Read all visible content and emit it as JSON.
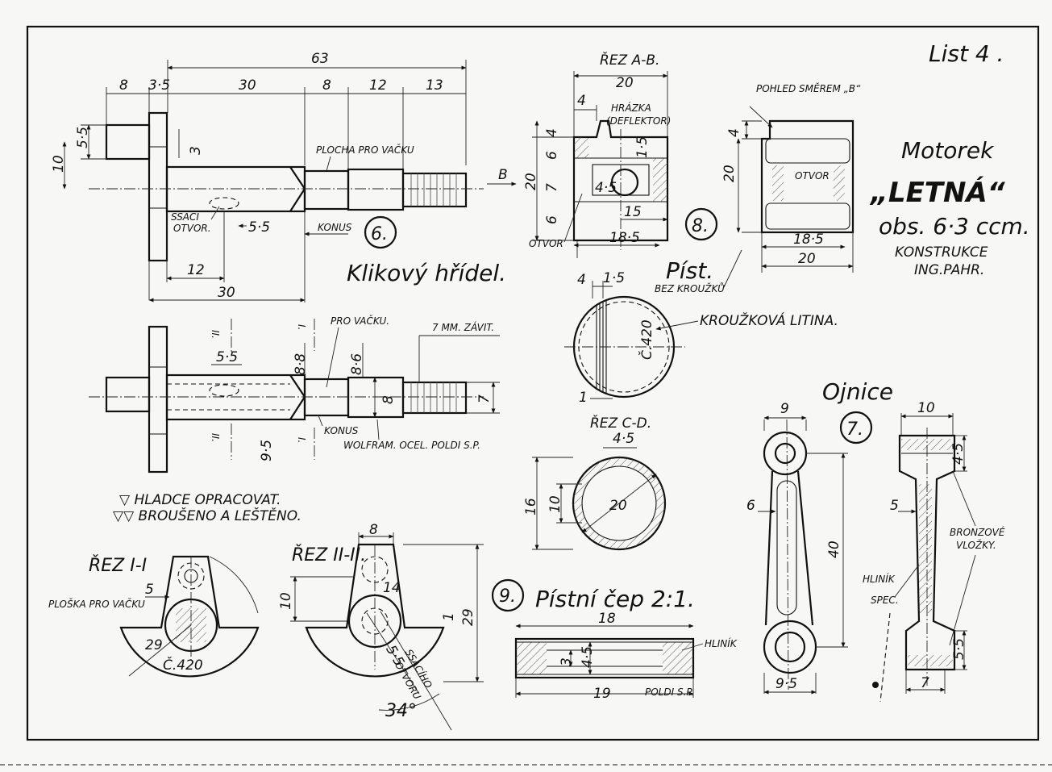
{
  "sheet": {
    "list": "List 4 .",
    "title_line1": "Motorek",
    "title_line2": "„LETNÁ“",
    "title_line3": "obs. 6·3 ccm.",
    "credit_line1": "KONSTRUKCE",
    "credit_line2": "ING.PAHR."
  },
  "crankshaft": {
    "title": "Klikový hřídel.",
    "part_no": "6.",
    "dims_top": [
      "63",
      "8",
      "3·5",
      "30",
      "8",
      "12",
      "13"
    ],
    "dims_side": [
      "5·5",
      "10",
      "3"
    ],
    "dims_bottom": [
      "12",
      "30"
    ],
    "labels": {
      "plocha": "PLOCHA PRO VAČKU",
      "ssaci1": "SSACÍ",
      "ssaci2": "OTVOR.",
      "hole": "5·5",
      "konus": "KONUS"
    },
    "lower": {
      "pro_vacku": "PRO VAČKU.",
      "zavit": "7 MM. ZÁVIT.",
      "d55": "5·5",
      "d88": "8·8",
      "d86": "8·6",
      "d8": "8",
      "d7": "7",
      "d95": "9·5",
      "konus": "KONUS",
      "material": "WOLFRAM. OCEL. POLDI S.P.",
      "sec_ii_a": "II.",
      "sec_ii_b": "II.",
      "sec_i_a": "I.",
      "sec_i_b": "I."
    }
  },
  "legend": {
    "line1": "▽ HLADCE OPRACOVAT.",
    "line2": "▽▽ BROUŠENO A LEŠTĚNO."
  },
  "section_1": {
    "title": "ŘEZ I-I",
    "d5": "5",
    "label": "PLOŠKA PRO VAČKU",
    "d29": "29",
    "material": "Č.420"
  },
  "section_2": {
    "title": "ŘEZ II-II.",
    "d8": "8",
    "d10": "10",
    "d14": "14",
    "d29": "29",
    "d1": "1",
    "d55": "5·5",
    "hole1": "SSACÍHO",
    "hole2": "OTVORU",
    "angle": "34°"
  },
  "piston": {
    "sec_ab": "ŘEZ A-B.",
    "d20_top": "20",
    "d4": "4",
    "hrazka1": "HRÁZKA",
    "hrazka2": "(DEFLEKTOR)",
    "d15": "1·5",
    "side": [
      "4",
      "6",
      "20",
      "7",
      "6"
    ],
    "d45": "4·5",
    "d15b": "15",
    "otvor": "OTVOR",
    "d185": "18·5",
    "arrow_b": "B",
    "part_no": "8.",
    "view_b": "POHLED SMĚREM „B“",
    "vb_d4": "4",
    "vb_d20": "20",
    "vb_otvor": "OTVOR",
    "vb_d185": "18·5",
    "vb_d20b": "20",
    "title": "Píst.",
    "subtitle": "BEZ KROUŽKŮ",
    "ring_d4": "4",
    "ring_d15": "1·5",
    "ring_d1": "1",
    "ring_mat": "Č.420",
    "ring_label": "KROUŽKOVÁ LITINA."
  },
  "section_cd": {
    "title": "ŘEZ C-D.",
    "d45": "4·5",
    "d16": "16",
    "d10": "10",
    "d20": "20"
  },
  "pin": {
    "part_no": "9.",
    "title": "Pístní čep 2:1.",
    "d18": "18",
    "d3": "3",
    "d45": "4·5",
    "d19": "19",
    "hlinik": "HLINÍK",
    "poldi": "POLDI S.P."
  },
  "rod": {
    "title": "Ojnice",
    "part_no": "7.",
    "d9": "9",
    "d6": "6",
    "d40": "40",
    "d95": "9·5",
    "d10": "10",
    "d45": "4·5",
    "d5": "5",
    "bronz1": "BRONZOVÉ",
    "bronz2": "VLOŽKY.",
    "hlinik1": "HLINÍK",
    "hlinik2": "SPEC.",
    "d55": "5·5",
    "d7": "7"
  }
}
